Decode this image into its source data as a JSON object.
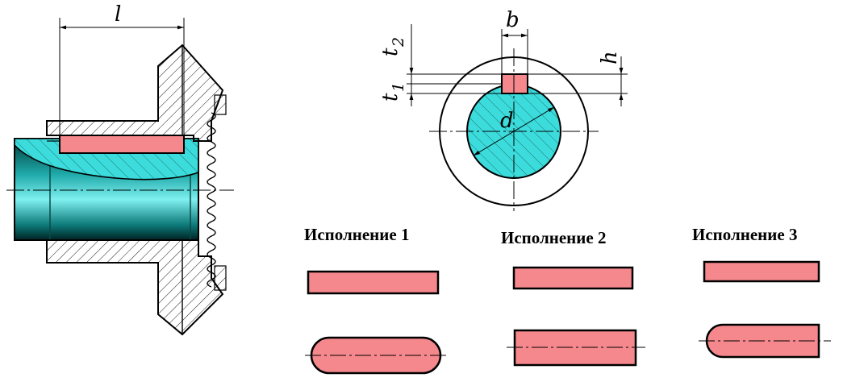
{
  "labels": {
    "length": "l",
    "key_width": "b",
    "key_height": "h",
    "diameter": "d",
    "t1_main": "t",
    "t1_sub": "1",
    "t2_main": "t",
    "t2_sub": "2"
  },
  "captions": {
    "variant1": "Исполнение 1",
    "variant2": "Исполнение 2",
    "variant3": "Исполнение 3"
  },
  "colors": {
    "key_fill": "#f4888c",
    "shaft_fill": "#3cdcdc",
    "hatch": "#000000",
    "outline": "#000000"
  }
}
